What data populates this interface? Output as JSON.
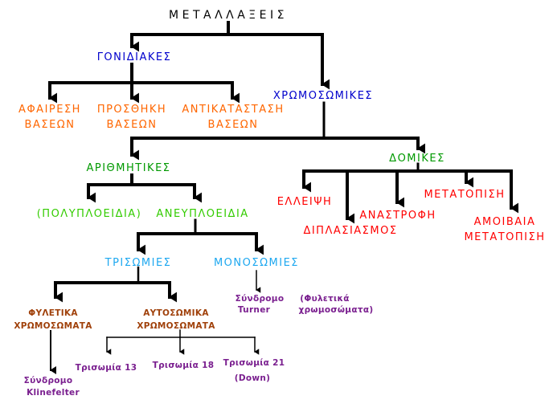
{
  "colors": {
    "black": "#000000",
    "blue": "#0000cc",
    "orange": "#ff6600",
    "green": "#009900",
    "lightgreen": "#33cc00",
    "red": "#ff0000",
    "cyan": "#1ea8f0",
    "brown": "#a0410b",
    "purple": "#7a1f8f"
  },
  "nodes": {
    "title": "ΜΕΤΑΛΛΑΞΕΙΣ",
    "gonidiakes": "ΓΟΝΙΔΙΑΚΕΣ",
    "xromosomikes": "ΧΡΩΜΟΣΩΜΙΚΕΣ",
    "afairesi_1": "ΑΦΑΙΡΕΣΗ",
    "afairesi_2": "ΒΑΣΕΩΝ",
    "prosthiki_1": "ΠΡΟΣΘΗΚΗ",
    "prosthiki_2": "ΒΑΣΕΩΝ",
    "antikatastasi_1": "ΑΝΤΙΚΑΤΑΣΤΑΣΗ",
    "antikatastasi_2": "ΒΑΣΕΩΝ",
    "arithmitikes": "ΑΡΙΘΜΗΤΙΚΕΣ",
    "domikes": "ΔΟΜΙΚΕΣ",
    "polyploeidia": "(ΠΟΛΥΠΛΟΕΙΔΙΑ)",
    "aneuploeidia": "ΑΝΕΥΠΛΟΕΙΔΙΑ",
    "elleipsi": "ΕΛΛΕΙΨΗ",
    "diplasiasmos": "ΔΙΠΛΑΣΙΑΣΜΟΣ",
    "anastrofi": "ΑΝΑΣΤΡΟΦΗ",
    "metatopisi": "ΜΕΤΑΤΟΠΙΣΗ",
    "amoivaia_1": "ΑΜΟΙΒΑΙΑ",
    "amoivaia_2": "ΜΕΤΑΤΟΠΙΣΗ",
    "trisomies": "ΤΡΙΣΩΜΙΕΣ",
    "monosomies": "ΜΟΝΟΣΩΜΙΕΣ",
    "turner_1": "Σύνδρομο",
    "turner_2": "Turner",
    "turner_note_1": "(Φυλετικά",
    "turner_note_2": "χρωμοσώματα)",
    "fyletika_1": "ΦΥΛΕΤΙΚΑ",
    "fyletika_2": "ΧΡΩΜΟΣΩΜΑΤΑ",
    "autosomika_1": "ΑΥΤΟΣΩΜΙΚΑ",
    "autosomika_2": "ΧΡΩΜΟΣΩΜΑΤΑ",
    "trisomia13": "Τρισωμία 13",
    "trisomia18": "Τρισωμία 18",
    "trisomia21_1": "Τρισωμία 21",
    "trisomia21_2": "(Down)",
    "klinefelter_1": "Σύνδρομο",
    "klinefelter_2": "Klinefelter"
  }
}
